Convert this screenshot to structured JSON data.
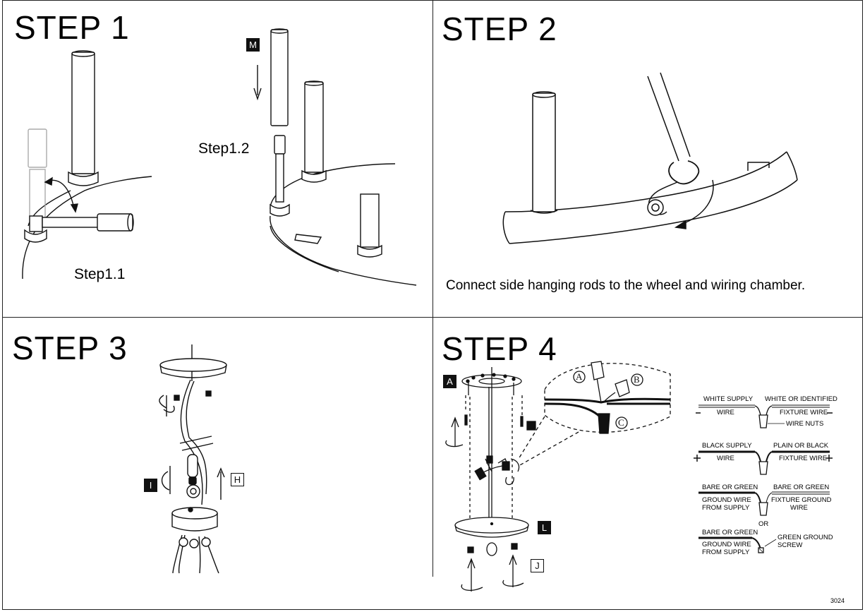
{
  "steps": {
    "step1": {
      "title": "STEP 1",
      "sub1": "Step1.1",
      "sub2": "Step1.2",
      "tag_m": "M"
    },
    "step2": {
      "title": "STEP 2",
      "caption": "Connect side hanging rods to the wheel and wiring chamber."
    },
    "step3": {
      "title": "STEP 3",
      "tag_i": "I",
      "tag_h": "H"
    },
    "step4": {
      "title": "STEP 4",
      "tag_a": "A",
      "tag_l": "L",
      "tag_j": "J",
      "callout_a": "A",
      "callout_b": "B",
      "callout_c": "C",
      "wiring": {
        "white_supply": "WHITE SUPPLY",
        "white_identified": "WHITE OR IDENTIFIED",
        "wire1": "WIRE",
        "fixture_wire1": "FIXTURE WIRE",
        "wire_nuts": "WIRE NUTS",
        "black_supply": "BLACK SUPPLY",
        "plain_black": "PLAIN OR BLACK",
        "wire2": "WIRE",
        "fixture_wire2": "FIXTURE WIRE",
        "bare_green1": "BARE OR GREEN",
        "bare_green2": "BARE OR GREEN",
        "ground_supply1_a": "GROUND WIRE",
        "ground_supply1_b": "FROM SUPPLY",
        "fixture_ground_a": "FIXTURE GROUND",
        "fixture_ground_b": "WIRE",
        "or": "OR",
        "bare_green3": "BARE OR GREEN",
        "ground_supply2_a": "GROUND WIRE",
        "ground_supply2_b": "FROM SUPPLY",
        "green_screw_a": "GREEN GROUND",
        "green_screw_b": "SCREW"
      }
    }
  },
  "doc_code": "3024"
}
